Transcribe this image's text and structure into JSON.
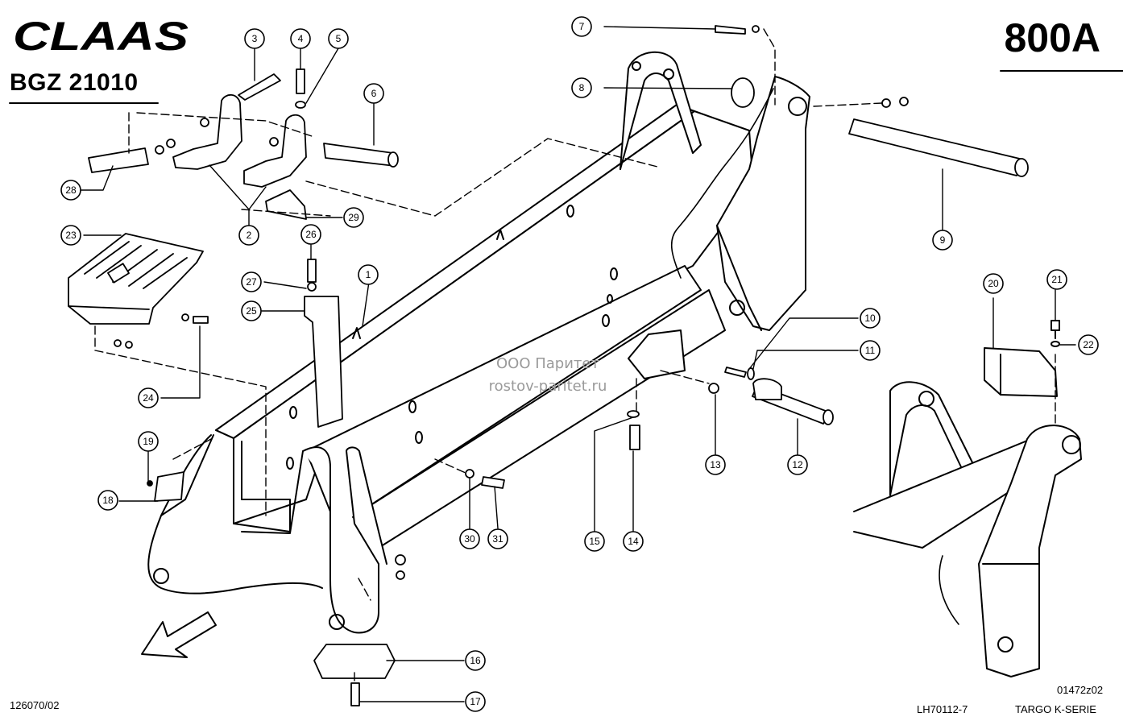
{
  "header": {
    "brand": "CLAAS",
    "group_code": "BGZ 21010",
    "page_code": "800A"
  },
  "footer": {
    "left_code": "126070/02",
    "drawing_code": "01472z02",
    "doc_code": "LH70112-7",
    "series": "TARGO K-SERIE"
  },
  "watermark": {
    "line1": "ООО Паритет",
    "line2": "rostov-paritet.ru"
  },
  "callouts": [
    "1",
    "2",
    "3",
    "4",
    "5",
    "6",
    "7",
    "8",
    "9",
    "10",
    "11",
    "12",
    "13",
    "14",
    "15",
    "16",
    "17",
    "18",
    "19",
    "20",
    "21",
    "22",
    "23",
    "24",
    "25",
    "26",
    "27",
    "28",
    "29",
    "30",
    "31"
  ],
  "colors": {
    "ink": "#000000",
    "paper": "#ffffff",
    "watermark": "#9a9a9a"
  },
  "icons": {
    "direction_arrow": "arrow-front-icon"
  }
}
